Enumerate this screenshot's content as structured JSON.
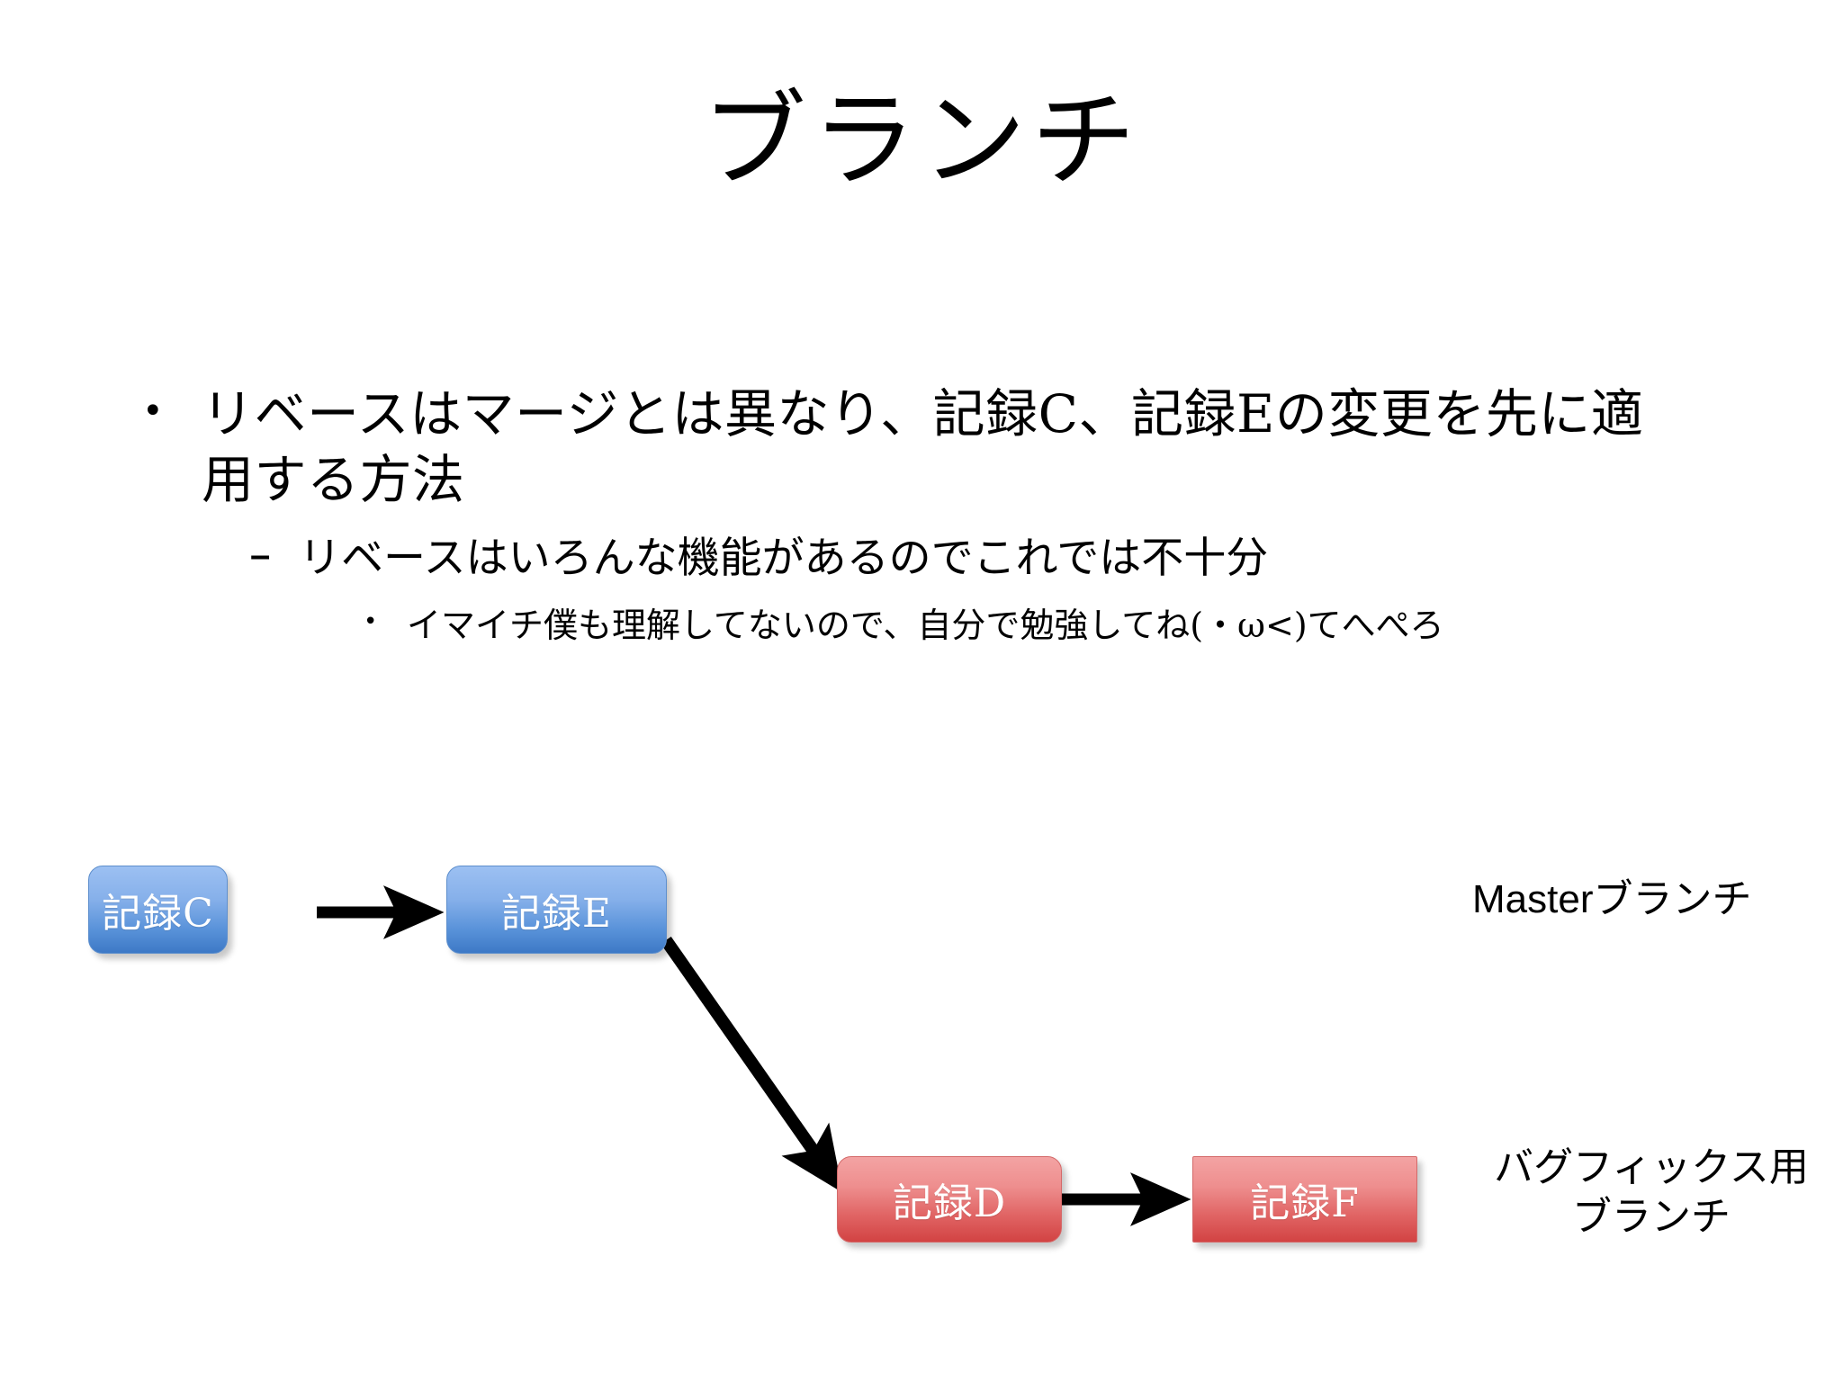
{
  "slide": {
    "title": "ブランチ",
    "background_color": "#ffffff"
  },
  "bullets": [
    {
      "level": 1,
      "marker": "•",
      "text": "リベースはマージとは異なり、記録C、記録Eの変更を先に適用する方法"
    },
    {
      "level": 2,
      "marker": "–",
      "text": "リベースはいろんな機能があるのでこれでは不十分"
    },
    {
      "level": 3,
      "marker": "•",
      "text": "イマイチ僕も理解してないので、自分で勉強してね(・ω<)てへぺろ"
    }
  ],
  "diagram": {
    "nodes": [
      {
        "id": "c",
        "label": "記録C",
        "color": "#5a93da",
        "shape": "rounded",
        "branch": "master"
      },
      {
        "id": "e",
        "label": "記録E",
        "color": "#5a93da",
        "shape": "rounded",
        "branch": "master"
      },
      {
        "id": "d",
        "label": "記録D",
        "color": "#e06363",
        "shape": "rounded",
        "branch": "bugfix"
      },
      {
        "id": "f",
        "label": "記録F",
        "color": "#e06363",
        "shape": "square",
        "branch": "bugfix"
      }
    ],
    "edges": [
      {
        "from": "c",
        "to": "e"
      },
      {
        "from": "e",
        "to": "d"
      },
      {
        "from": "d",
        "to": "f"
      }
    ],
    "arrow_color": "#000000",
    "labels": {
      "master": {
        "latin": "Master",
        "jp": "ブランチ"
      },
      "bugfix": {
        "line1": "バグフィックス用",
        "line2": "ブランチ"
      }
    }
  }
}
